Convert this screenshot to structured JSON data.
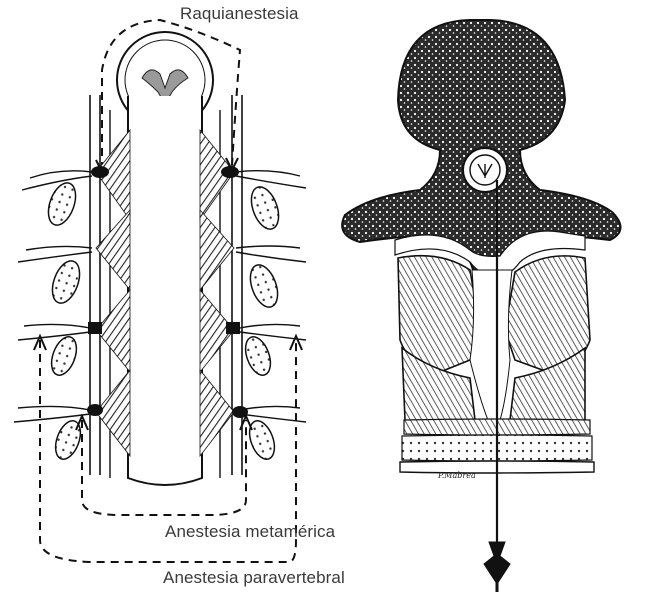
{
  "labels": {
    "raquianestesia": "Raquianestesia",
    "metamerica": "Anestesia metamérica",
    "paravertebral": "Anestesia paravertebral"
  },
  "signature": "P.Mabrea",
  "colors": {
    "ink": "#111111",
    "label": "#3a3a3a",
    "paper": "#ffffff"
  }
}
